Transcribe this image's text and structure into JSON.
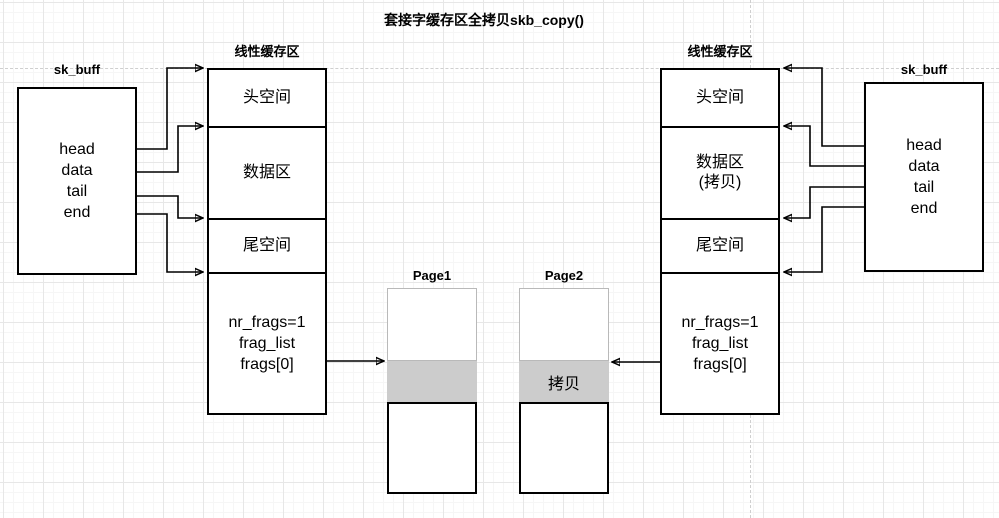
{
  "title": "套接字缓存区全拷贝skb_copy()",
  "colors": {
    "stroke": "#000000",
    "copy_band_fill": "#cccccc",
    "page_boundary_guide": "#cfcfcf",
    "background": "#ffffff"
  },
  "left_skbuff": {
    "label": "sk_buff",
    "fields": [
      "head",
      "data",
      "tail",
      "end"
    ]
  },
  "right_skbuff": {
    "label": "sk_buff",
    "fields": [
      "head",
      "data",
      "tail",
      "end"
    ]
  },
  "left_linear": {
    "label": "线性缓存区",
    "head_space": "头空间",
    "data_area": "数据区",
    "tail_space": "尾空间",
    "frags": [
      "nr_frags=1",
      "frag_list",
      "frags[0]"
    ]
  },
  "right_linear": {
    "label": "线性缓存区",
    "head_space": "头空间",
    "data_area": "数据区",
    "data_area_note": "(拷贝)",
    "tail_space": "尾空间",
    "frags": [
      "nr_frags=1",
      "frag_list",
      "frags[0]"
    ]
  },
  "page1": {
    "label": "Page1",
    "band_text": ""
  },
  "page2": {
    "label": "Page2",
    "band_text": "拷贝"
  }
}
